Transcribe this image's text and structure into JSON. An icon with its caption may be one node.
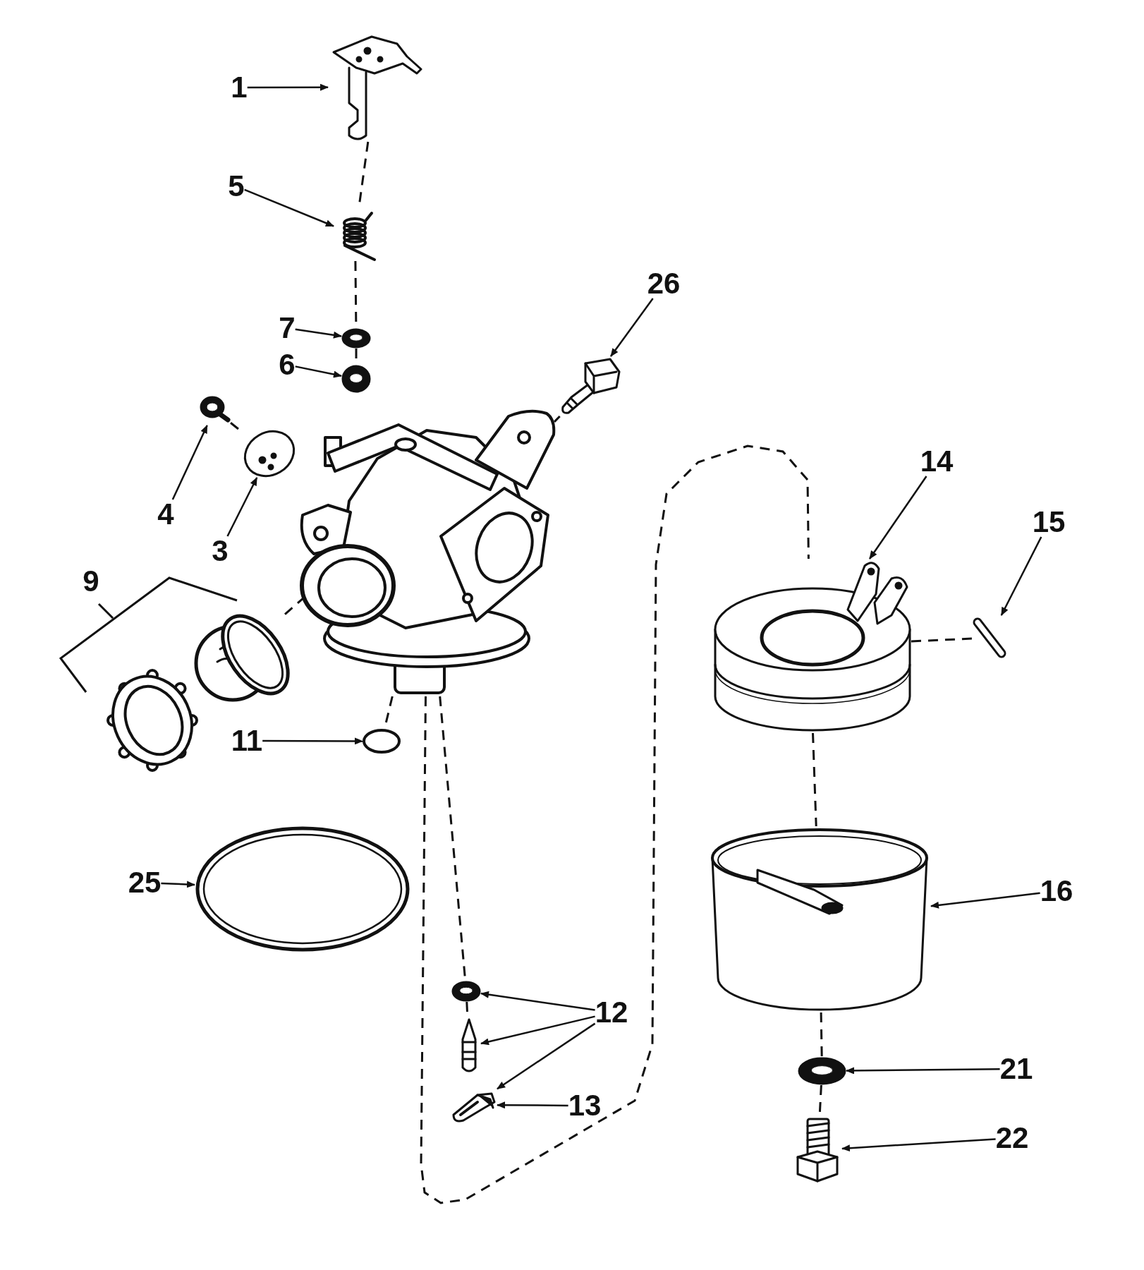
{
  "diagram": {
    "nodes": [
      {
        "text": [
          "1"
        ]
      },
      {
        "text": [],
        "shape": "picture"
      },
      {
        "text": [
          "5"
        ]
      },
      {
        "text": [],
        "shape": "picture"
      },
      {
        "text": [
          "26"
        ]
      },
      {
        "text": [
          "7"
        ]
      },
      {
        "text": [],
        "shape": "picture"
      },
      {
        "text": [
          "6"
        ]
      },
      {
        "text": [],
        "shape": "picture"
      },
      {
        "text": [],
        "shape": "picture"
      },
      {
        "text": [],
        "shape": "picture"
      },
      {
        "text": [],
        "shape": "picture"
      },
      {
        "text": [],
        "shape": "picture"
      },
      {
        "text": [
          "14"
        ]
      },
      {
        "text": [
          "15"
        ]
      },
      {
        "text": [
          "4"
        ]
      },
      {
        "text": [
          "3"
        ]
      },
      {
        "text": [],
        "shape": "picture"
      },
      {
        "text": [],
        "shape": "picture"
      },
      {
        "text": [],
        "shape": "picture"
      },
      {
        "text": [],
        "shape": "picture"
      },
      {
        "text": [
          "11"
        ]
      },
      {
        "text": [],
        "shape": "circle"
      },
      {
        "text": [
          "25"
        ]
      },
      {
        "text": [],
        "shape": "picture"
      },
      {
        "text": [
          "16"
        ]
      },
      {
        "text": [],
        "shape": "picture"
      },
      {
        "text": [
          "12"
        ]
      },
      {
        "text": [],
        "shape": "picture"
      },
      {
        "text": [],
        "shape": "picture"
      },
      {
        "text": [
          "21"
        ]
      },
      {
        "text": [],
        "shape": "picture"
      },
      {
        "text": [
          "13"
        ]
      },
      {
        "text": [],
        "shape": "picture"
      },
      {
        "text": [
          "22"
        ]
      },
      {
        "text": [],
        "shape": "picture"
      }
    ],
    "edges": [
      {
        "from": 0,
        "to": 1,
        "arrow": "to"
      },
      {
        "from": 2,
        "to": 3,
        "arrow": "to"
      },
      {
        "from": 5,
        "to": 6,
        "arrow": "to"
      },
      {
        "from": 7,
        "to": 8,
        "arrow": "to"
      },
      {
        "from": 4,
        "to": 9,
        "arrow": "to"
      },
      {
        "from": 15,
        "to": 10,
        "arrow": "to"
      },
      {
        "from": 16,
        "to": 11,
        "arrow": "to"
      },
      {
        "from": 21,
        "to": 22,
        "arrow": "to"
      },
      {
        "from": 23,
        "to": 24,
        "arrow": "to"
      },
      {
        "from": 27,
        "to": 28,
        "arrow": "to"
      },
      {
        "from": 27,
        "to": 29,
        "arrow": "to"
      },
      {
        "from": 27,
        "to": 33,
        "arrow": "to"
      },
      {
        "from": 32,
        "to": 33,
        "arrow": "to"
      },
      {
        "from": 13,
        "to": 18,
        "arrow": "to"
      },
      {
        "from": 14,
        "to": 19,
        "arrow": "to"
      },
      {
        "from": 25,
        "to": 26,
        "arrow": "to"
      },
      {
        "from": 30,
        "to": 31,
        "arrow": "to"
      },
      {
        "from": 34,
        "to": 35,
        "arrow": "to"
      },
      {
        "from": 1,
        "to": 3,
        "arrow": "none",
        "style": "dashed"
      },
      {
        "from": 3,
        "to": 6,
        "arrow": "none",
        "style": "dashed"
      },
      {
        "from": 6,
        "to": 8,
        "arrow": "none",
        "style": "dashed"
      },
      {
        "from": 9,
        "to": 12,
        "arrow": "none",
        "style": "dashed"
      },
      {
        "from": 10,
        "to": 11,
        "arrow": "none",
        "style": "dashed"
      },
      {
        "from": 17,
        "to": 12,
        "arrow": "none",
        "style": "dashed"
      },
      {
        "from": 12,
        "to": 22,
        "arrow": "none",
        "style": "dashed"
      },
      {
        "from": 12,
        "to": 28,
        "arrow": "none",
        "style": "dashed"
      },
      {
        "from": 28,
        "to": 29,
        "arrow": "none",
        "style": "dashed"
      },
      {
        "from": 12,
        "to": 18,
        "arrow": "none",
        "style": "dashed"
      },
      {
        "from": 18,
        "to": 19,
        "arrow": "none",
        "style": "dashed"
      },
      {
        "from": 18,
        "to": 26,
        "arrow": "none",
        "style": "dashed"
      },
      {
        "from": 26,
        "to": 31,
        "arrow": "none",
        "style": "dashed"
      },
      {
        "from": 31,
        "to": 35,
        "arrow": "none",
        "style": "dashed"
      }
    ],
    "labels": [
      "9"
    ]
  }
}
